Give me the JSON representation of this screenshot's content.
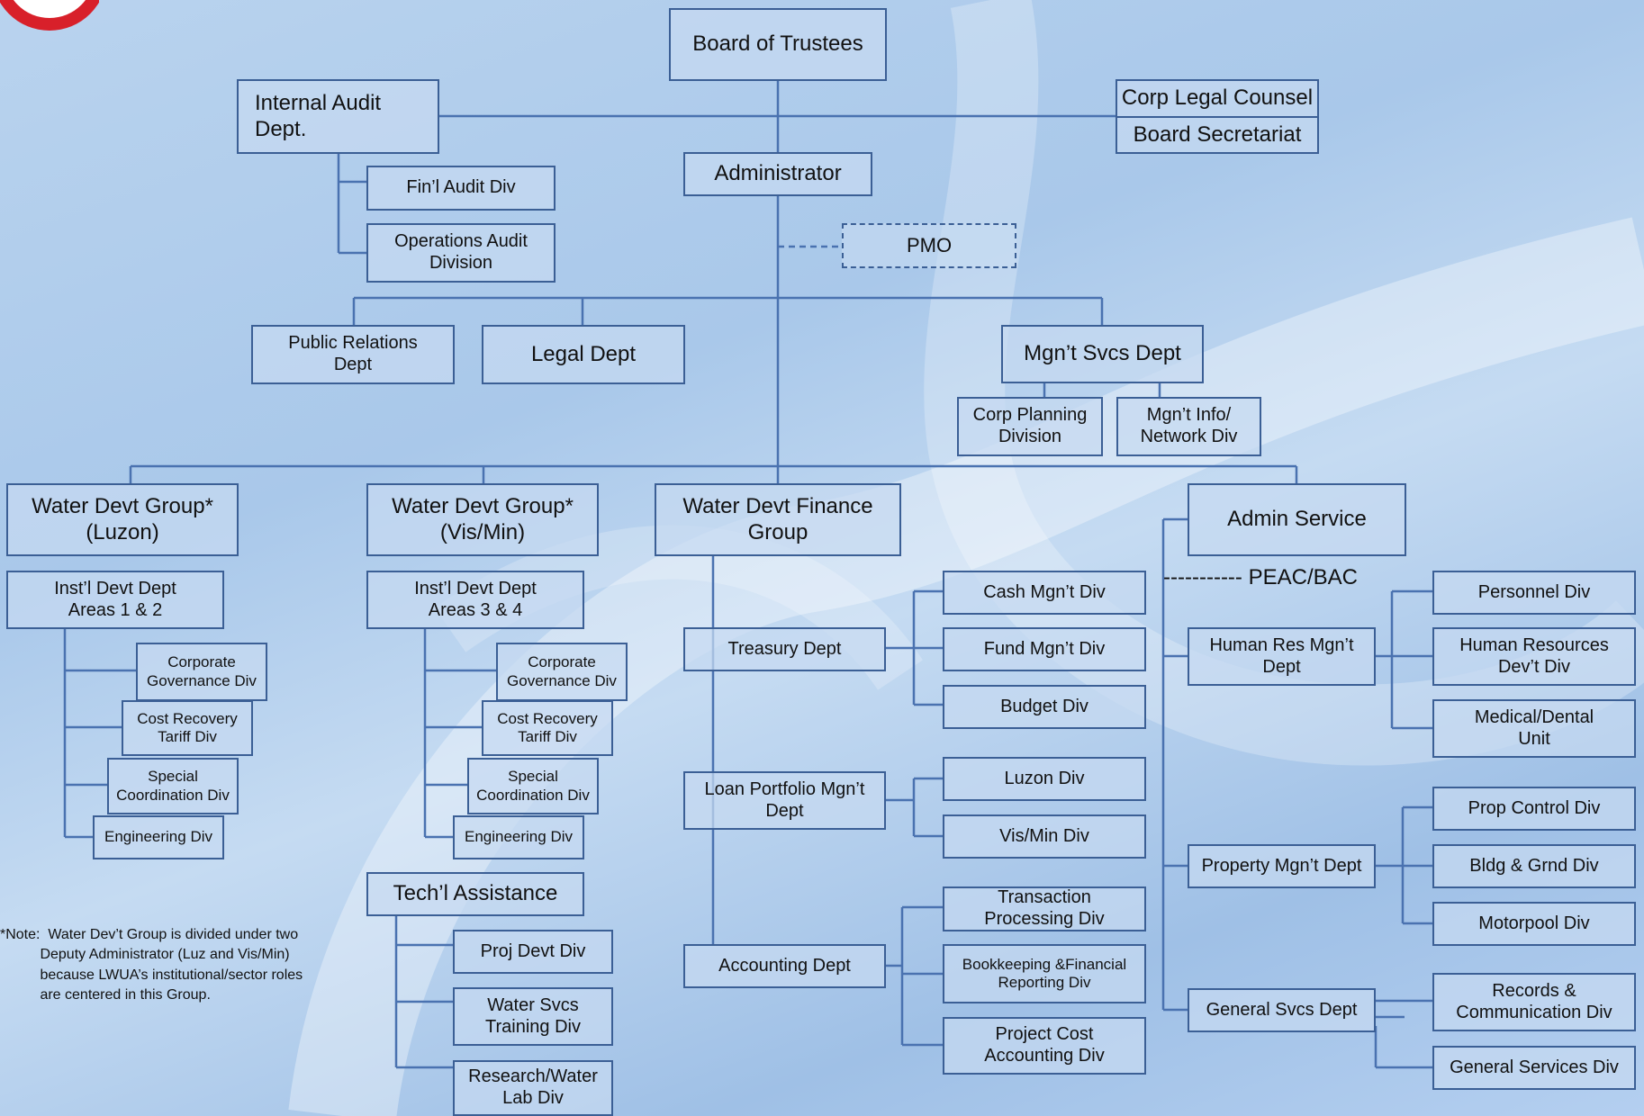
{
  "org_chart": {
    "board": "Board of Trustees",
    "internal_audit": "Internal Audit\nDept.",
    "fin_audit": "Fin’l Audit Div",
    "ops_audit": "Operations Audit\nDivision",
    "corp_legal": "Corp Legal Counsel",
    "board_sec": "Board Secretariat",
    "administrator": "Administrator",
    "pmo": "PMO",
    "public_relations": "Public Relations\nDept",
    "legal": "Legal Dept",
    "mgnt_svcs": "Mgn’t Svcs Dept",
    "corp_planning": "Corp Planning\nDivision",
    "mgnt_info": "Mgn’t  Info/\nNetwork Div",
    "wdg_luzon": "Water Devt Group*\n(Luzon)",
    "wdg_vismin": "Water Devt Group*\n(Vis/Min)",
    "wdfg": "Water Devt Finance\nGroup",
    "admin_service": "Admin Service",
    "peac_bac": "----------- PEAC/BAC",
    "luzon_branch": {
      "inst_dept": "Inst’l Devt Dept\nAreas 1 & 2",
      "divs": [
        "Corporate\nGovernance Div",
        "Cost Recovery\nTariff Div",
        "Special\nCoordination Div",
        "Engineering Div"
      ]
    },
    "vismin_branch": {
      "inst_dept": "Inst’l Devt Dept\nAreas 3 & 4",
      "divs": [
        "Corporate\nGovernance Div",
        "Cost Recovery\nTariff Div",
        "Special\nCoordination Div",
        "Engineering Div"
      ]
    },
    "tech_assistance": "Tech’l Assistance",
    "tech_divs": [
      "Proj Devt Div",
      "Water Svcs\nTraining Div",
      "Research/Water\nLab Div"
    ],
    "treasury": "Treasury Dept",
    "treasury_divs": [
      "Cash Mgn’t Div",
      "Fund Mgn’t Div",
      "Budget Div"
    ],
    "loan_portfolio": "Loan Portfolio Mgn’t\nDept",
    "loan_divs": [
      "Luzon Div",
      "Vis/Min Div"
    ],
    "accounting": "Accounting Dept",
    "accounting_divs": [
      "Transaction\nProcessing Div",
      "Bookkeeping &Financial\nReporting Div",
      "Project Cost\nAccounting Div"
    ],
    "hr": "Human Res Mgn’t\nDept",
    "hr_divs": [
      "Personnel Div",
      "Human Resources\nDev’t Div",
      "Medical/Dental\nUnit"
    ],
    "property": "Property Mgn’t Dept",
    "property_divs": [
      "Prop Control Div",
      "Bldg & Grnd Div",
      "Motorpool Div"
    ],
    "general": "General Svcs Dept",
    "general_divs": [
      "Records  &\nCommunication Div",
      "General Services Div"
    ],
    "note": "*Note:  Water Dev’t Group is divided under two\n          Deputy Administrator (Luz and Vis/Min)\n          because LWUA’s institutional/sector roles\n          are centered in this Group."
  },
  "colors": {
    "line": "#4a72b0",
    "border": "#3b5f95",
    "box_fill": "#c6daf1"
  }
}
